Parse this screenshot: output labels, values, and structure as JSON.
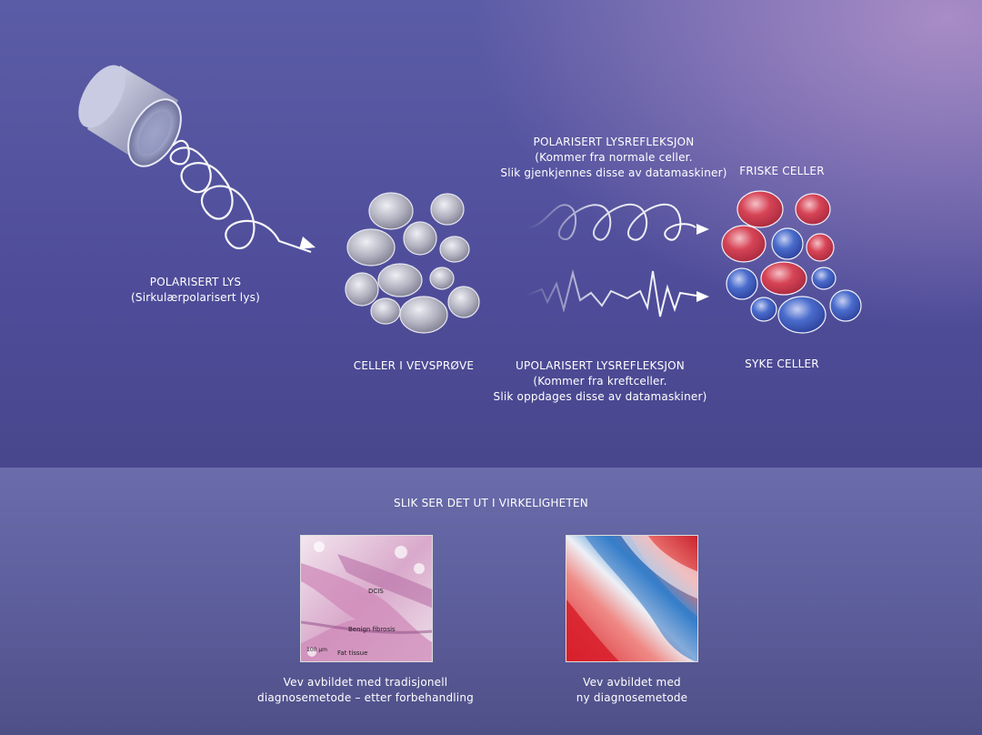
{
  "top": {
    "polarized_light": {
      "title": "POLARISERT LYS",
      "subtitle": "(Sirkulærpolarisert lys)"
    },
    "tissue_cells": {
      "title": "CELLER I VEVSPRØVE"
    },
    "polarized_reflection": {
      "title": "POLARISERT LYSREFLEKSJON",
      "line1": "(Kommer fra normale celler.",
      "line2": "Slik gjenkjennes disse av datamaskiner)"
    },
    "unpolarized_reflection": {
      "title": "UPOLARISERT LYSREFLEKSJON",
      "line1": "(Kommer fra kreftceller.",
      "line2": "Slik oppdages disse av datamaskiner)"
    },
    "healthy_cells": {
      "title": "FRISKE CELLER"
    },
    "sick_cells": {
      "title": "SYKE CELLER"
    }
  },
  "bottom": {
    "heading": "SLIK SER DET UT I VIRKELIGHETEN",
    "left_image": {
      "labels": [
        "DCIS",
        "Benign fibrosis",
        "100 µm",
        "Fat tissue"
      ],
      "caption1": "Vev avbildet med tradisjonell",
      "caption2": "diagnosemetode – etter forbehandling"
    },
    "right_image": {
      "caption1": "Vev avbildet med",
      "caption2": "ny diagnosemetode"
    }
  },
  "colors": {
    "healthy_red": "#d43a4c",
    "sick_blue": "#3a5fc8",
    "cell_gray": "#9a9aa8"
  }
}
